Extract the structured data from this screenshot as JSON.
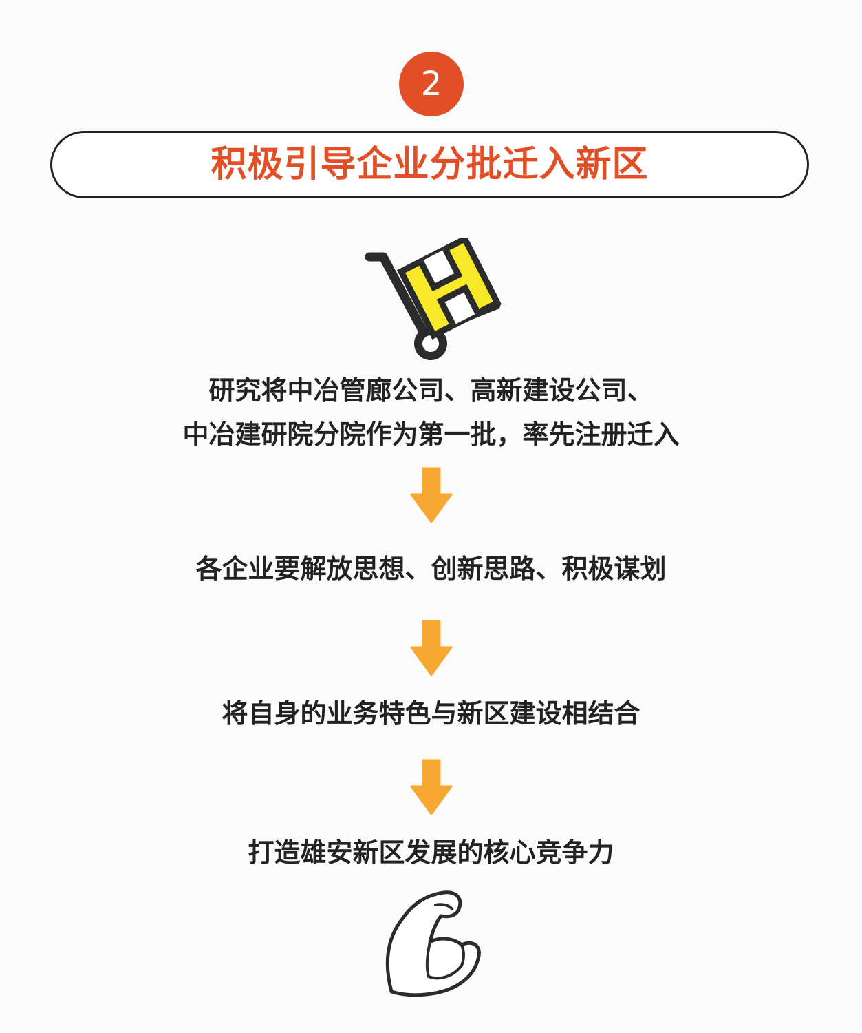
{
  "badge": {
    "number": "2"
  },
  "title": "积极引导企业分批迁入新区",
  "steps": {
    "step1_line1": "研究将中冶管廊公司、高新建设公司、",
    "step1_line2": "中冶建研院分院作为第一批，率先注册迁入",
    "step2": "各企业要解放思想、创新思路、积极谋划",
    "step3": "将自身的业务特色与新区建设相结合",
    "step4": "打造雄安新区发展的核心竞争力"
  },
  "icons": {
    "top": "hand-truck-with-box-icon",
    "arrow": "down-arrow-icon",
    "bottom": "flexed-bicep-icon"
  },
  "colors": {
    "accent": "#e24f27",
    "arrow": "#f6a832",
    "box": "#f7e829",
    "text": "#222222"
  }
}
